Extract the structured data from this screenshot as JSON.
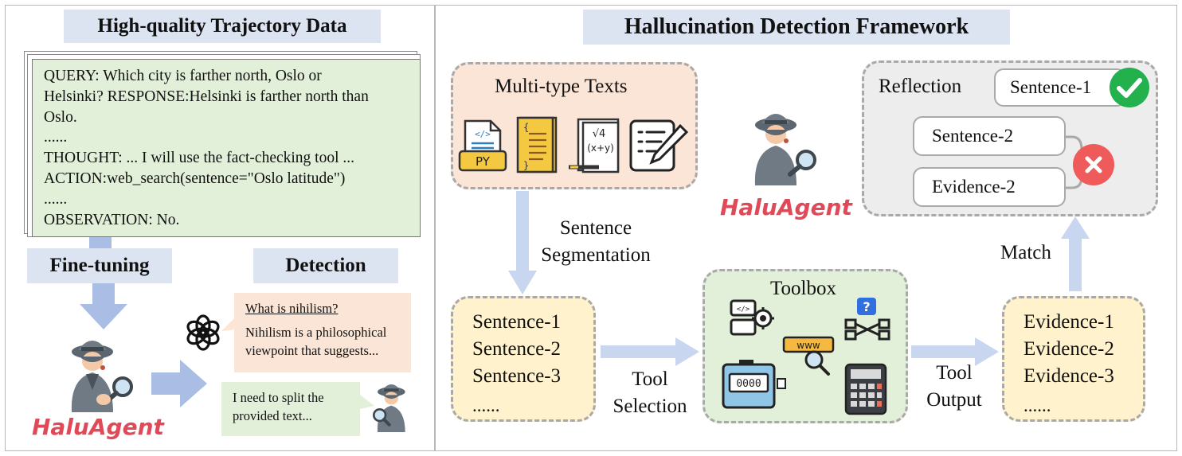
{
  "left_panel": {
    "title": "High-quality Trajectory Data",
    "trajectory_lines": [
      "QUERY: Which city is farther north, Oslo or",
      "Helsinki? RESPONSE:Helsinki is farther north than",
      "Oslo.",
      "......",
      "THOUGHT: ... I will use the fact-checking tool ...",
      "ACTION:web_search(sentence=\"Oslo latitude\")",
      "......",
      "OBSERVATION: No."
    ],
    "finetune_label": "Fine-tuning",
    "detection_label": "Detection",
    "agent_name": "HaluAgent",
    "chat_question": "What is nihilism?",
    "chat_answer_line1": "Nihilism is a philosophical",
    "chat_answer_line2": "viewpoint that suggests...",
    "agent_reply_line1": "I need to split the",
    "agent_reply_line2": "provided text..."
  },
  "right_panel": {
    "title": "Hallucination Detection Framework",
    "multitype_title": "Multi-type Texts",
    "multitype_icons": [
      "python-file-icon",
      "code-document-icon",
      "math-formula-icon",
      "writing-note-icon"
    ],
    "python_label": "PY",
    "math_label_1": "√4",
    "math_label_2": "(x+y)",
    "segmentation_line1": "Sentence",
    "segmentation_line2": "Segmentation",
    "sentences": [
      "Sentence-1",
      "Sentence-2",
      "Sentence-3",
      "......"
    ],
    "tool_selection_line1": "Tool",
    "tool_selection_line2": "Selection",
    "toolbox_title": "Toolbox",
    "toolbox_icons": [
      "code-settings-icon",
      "web-search-icon",
      "flowchart-question-icon",
      "counter-icon",
      "calculator-icon"
    ],
    "web_label": "www",
    "counter_label": "0000",
    "question_mark": "?",
    "tool_output_line1": "Tool",
    "tool_output_line2": "Output",
    "evidences": [
      "Evidence-1",
      "Evidence-2",
      "Evidence-3",
      "......"
    ],
    "match_label": "Match",
    "reflection_title": "Reflection",
    "reflection_sentence_1": "Sentence-1",
    "reflection_sentence_2": "Sentence-2",
    "reflection_evidence_2": "Evidence-2",
    "agent_name": "HaluAgent"
  },
  "colors": {
    "title_chip": "#dce3f1",
    "arrow": "#a9bde5",
    "trajectory_bg": "#e2f0d9",
    "multitype_bg": "#fbe5d6",
    "sentence_bg": "#fff2cc",
    "toolbox_bg": "#e2f0d9",
    "reflection_bg": "#ededed",
    "check_green": "#22b14c",
    "cross_red": "#ef5a5a",
    "haluagent_red": "#e04a58",
    "chat_orange": "#fbe5d6",
    "chat_green": "#e2f0d9"
  }
}
